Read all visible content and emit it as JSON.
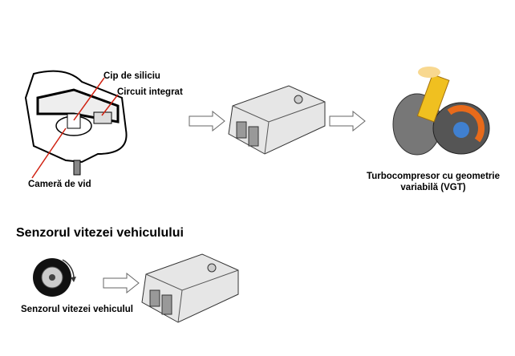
{
  "top_diagram": {
    "sensor_labels": {
      "chip": "Cip de siliciu",
      "circuit": "Circuit integrat",
      "vacuum": "Cameră de vid"
    },
    "turbo_caption_line1": "Turbocompresor cu geometrie",
    "turbo_caption_line2": "variabilă (VGT)"
  },
  "section_title": "Senzorul vitezei vehiculului",
  "bottom_diagram": {
    "wheel_caption": "Senzorul vitezei vehiculul"
  },
  "colors": {
    "leader_line": "#d02010",
    "turbo_orange": "#e86a1a",
    "turbo_yellow": "#f0c020"
  }
}
